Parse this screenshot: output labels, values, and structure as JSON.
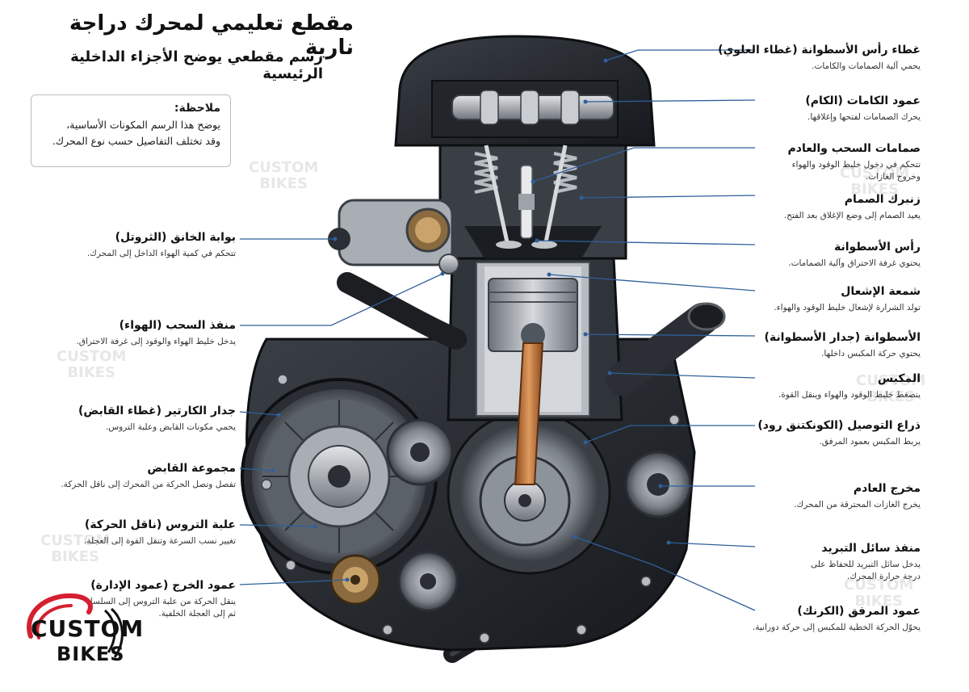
{
  "title": "مقطع تعليمي لمحرك دراجة نارية",
  "subtitle": "رسم مقطعي يوضح الأجزاء الداخلية الرئيسية",
  "note": {
    "title": "ملاحظة:",
    "line1": "يوضح هذا الرسم المكونات الأساسية،",
    "line2": "وقد تختلف التفاصيل حسب نوع المحرك."
  },
  "right_labels": [
    {
      "title": "غطاء رأس الأسطوانة (غطاء العلوي)",
      "desc": "يحمي آلية الصمامات والكامات."
    },
    {
      "title": "عمود الكامات (الكام)",
      "desc": "يحرك الصمامات لفتحها وإغلاقها."
    },
    {
      "title": "صمامات السحب والعادم",
      "desc": "تتحكم في دخول خليط الوقود والهواء",
      "desc2": "وخروج الغازات."
    },
    {
      "title": "زنبرك الصمام",
      "desc": "يعيد الصمام إلى وضع الإغلاق بعد الفتح."
    },
    {
      "title": "رأس الأسطوانة",
      "desc": "يحتوي غرفة الاحتراق وآلية الصمامات."
    },
    {
      "title": "شمعة الإشعال",
      "desc": "تولد الشرارة لإشعال خليط الوقود والهواء."
    },
    {
      "title": "الأسطوانة (جدار الأسطوانة)",
      "desc": "يحتوي حركة المكبس داخلها."
    },
    {
      "title": "المكبس",
      "desc": "ينضغط خليط الوقود والهواء وينقل القوة."
    },
    {
      "title": "ذراع التوصيل (الكونكتنق رود)",
      "desc": "يربط المكبس بعمود المرفق."
    },
    {
      "title": "مخرج العادم",
      "desc": "يخرج الغازات المحترقة من المحرك."
    },
    {
      "title": "منفذ سائل التبريد",
      "desc": "يدخل سائل التبريد للحفاظ على",
      "desc2": "درجة حرارة المحرك."
    },
    {
      "title": "عمود المرفق (الكرنك)",
      "desc": "يحوّل الحركة الخطية للمكبس إلى حركة دورانية."
    }
  ],
  "left_labels": [
    {
      "title": "بوابة الخانق (الثروتل)",
      "desc": "تتحكم في كمية الهواء الداخل إلى المحرك."
    },
    {
      "title": "منفذ السحب (الهواء)",
      "desc": "يدخل خليط الهواء والوقود إلى غرفة الاحتراق."
    },
    {
      "title": "جدار الكارتير (غطاء القابض)",
      "desc": "يحمي مكونات القابض وعلبة التروس."
    },
    {
      "title": "مجموعة القابض",
      "desc": "تفصل وتصل الحركة من المحرك إلى ناقل الحركة."
    },
    {
      "title": "علبة التروس (ناقل الحركة)",
      "desc": "تغيير نسب السرعة وتنقل القوة إلى العجلة."
    },
    {
      "title": "عمود الخرج (عمود الإدارة)",
      "desc": "ينقل الحركة من علبة التروس إلى السلسلة",
      "desc2": "ثم إلى العجلة الخلفية."
    }
  ],
  "watermark": {
    "line1": "CUSTOM",
    "line2": "BIKES"
  },
  "logo": {
    "line1": "CUSTOM",
    "line2": "BIKES",
    "accent": "#d42030"
  },
  "colors": {
    "leader": "#2f5f9a",
    "rod": "#c8763a",
    "engine_dark": "#1e2126",
    "metal": "#9aa0a8"
  }
}
